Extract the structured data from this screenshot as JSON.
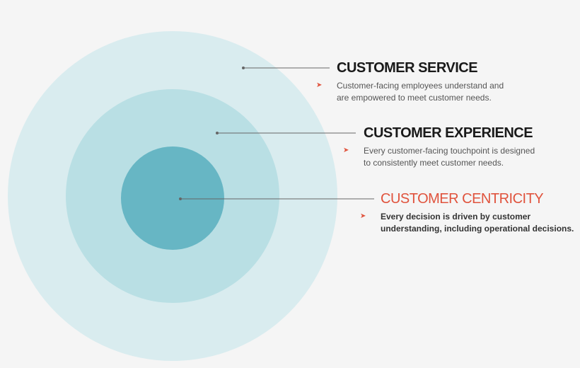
{
  "colors": {
    "background": "#f5f5f5",
    "outer_ring": "#d9ecef",
    "middle_ring": "#b9dfe4",
    "inner_core": "#67b6c4",
    "accent": "#e0533d",
    "leader_line": "#666666",
    "title": "#1a1a1a"
  },
  "levels": [
    {
      "title": "CUSTOMER SERVICE",
      "description": "Customer-facing employees understand and\nare empowered to meet customer needs.",
      "highlight": false,
      "arrow_icon": "chevron-right-icon"
    },
    {
      "title": "CUSTOMER EXPERIENCE",
      "description": "Every customer-facing touchpoint is designed\nto consistently meet customer needs.",
      "highlight": false,
      "arrow_icon": "chevron-right-icon"
    },
    {
      "title": "CUSTOMER CENTRICITY",
      "description": "Every decision is driven by customer\nunderstanding, including operational decisions.",
      "highlight": true,
      "arrow_icon": "chevron-right-icon"
    }
  ]
}
